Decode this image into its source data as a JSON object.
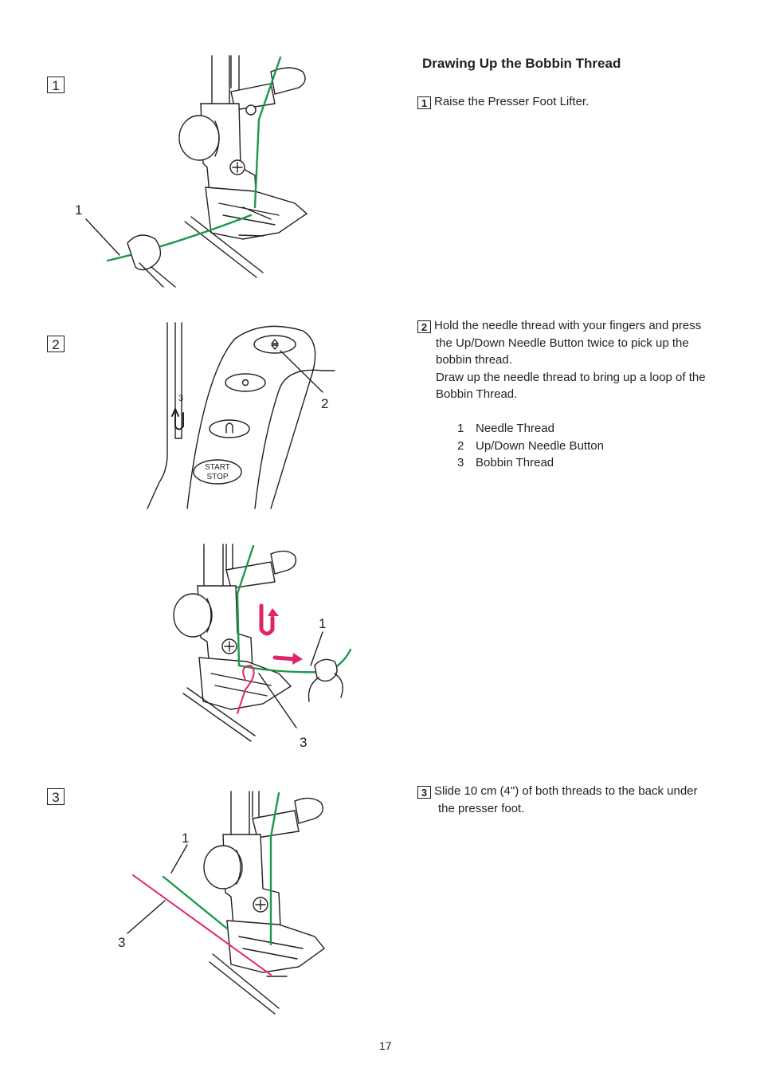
{
  "title": "Drawing Up the Bobbin Thread",
  "steps": [
    {
      "number": "1",
      "text": "Raise the Presser Foot Lifter."
    },
    {
      "number": "2",
      "lines": [
        "Hold the needle thread with your fingers and press",
        "the Up/Down Needle Button twice to pick up the",
        "bobbin thread.",
        "Draw up the needle thread to bring up a loop of the",
        "Bobbin Thread."
      ]
    },
    {
      "number": "3",
      "lines": [
        "Slide 10 cm (4\") of both threads to the back under",
        "the presser foot."
      ]
    }
  ],
  "legend": [
    {
      "num": "1",
      "label": "Needle Thread"
    },
    {
      "num": "2",
      "label": "Up/Down Needle Button"
    },
    {
      "num": "3",
      "label": "Bobbin Thread"
    }
  ],
  "figures": {
    "fig1_callout": "1",
    "fig2_callout": "2",
    "fig2_slot_label": "3",
    "fig2_button_label_top": "START",
    "fig2_button_label_bottom": "STOP",
    "fig2b_callout_a": "1",
    "fig2b_callout_b": "3",
    "fig3_callout_a": "1",
    "fig3_callout_b": "3"
  },
  "page_number": "17",
  "colors": {
    "needle_thread": "#1a9a4a",
    "bobbin_thread": "#e0246a",
    "ink": "#231f20"
  }
}
